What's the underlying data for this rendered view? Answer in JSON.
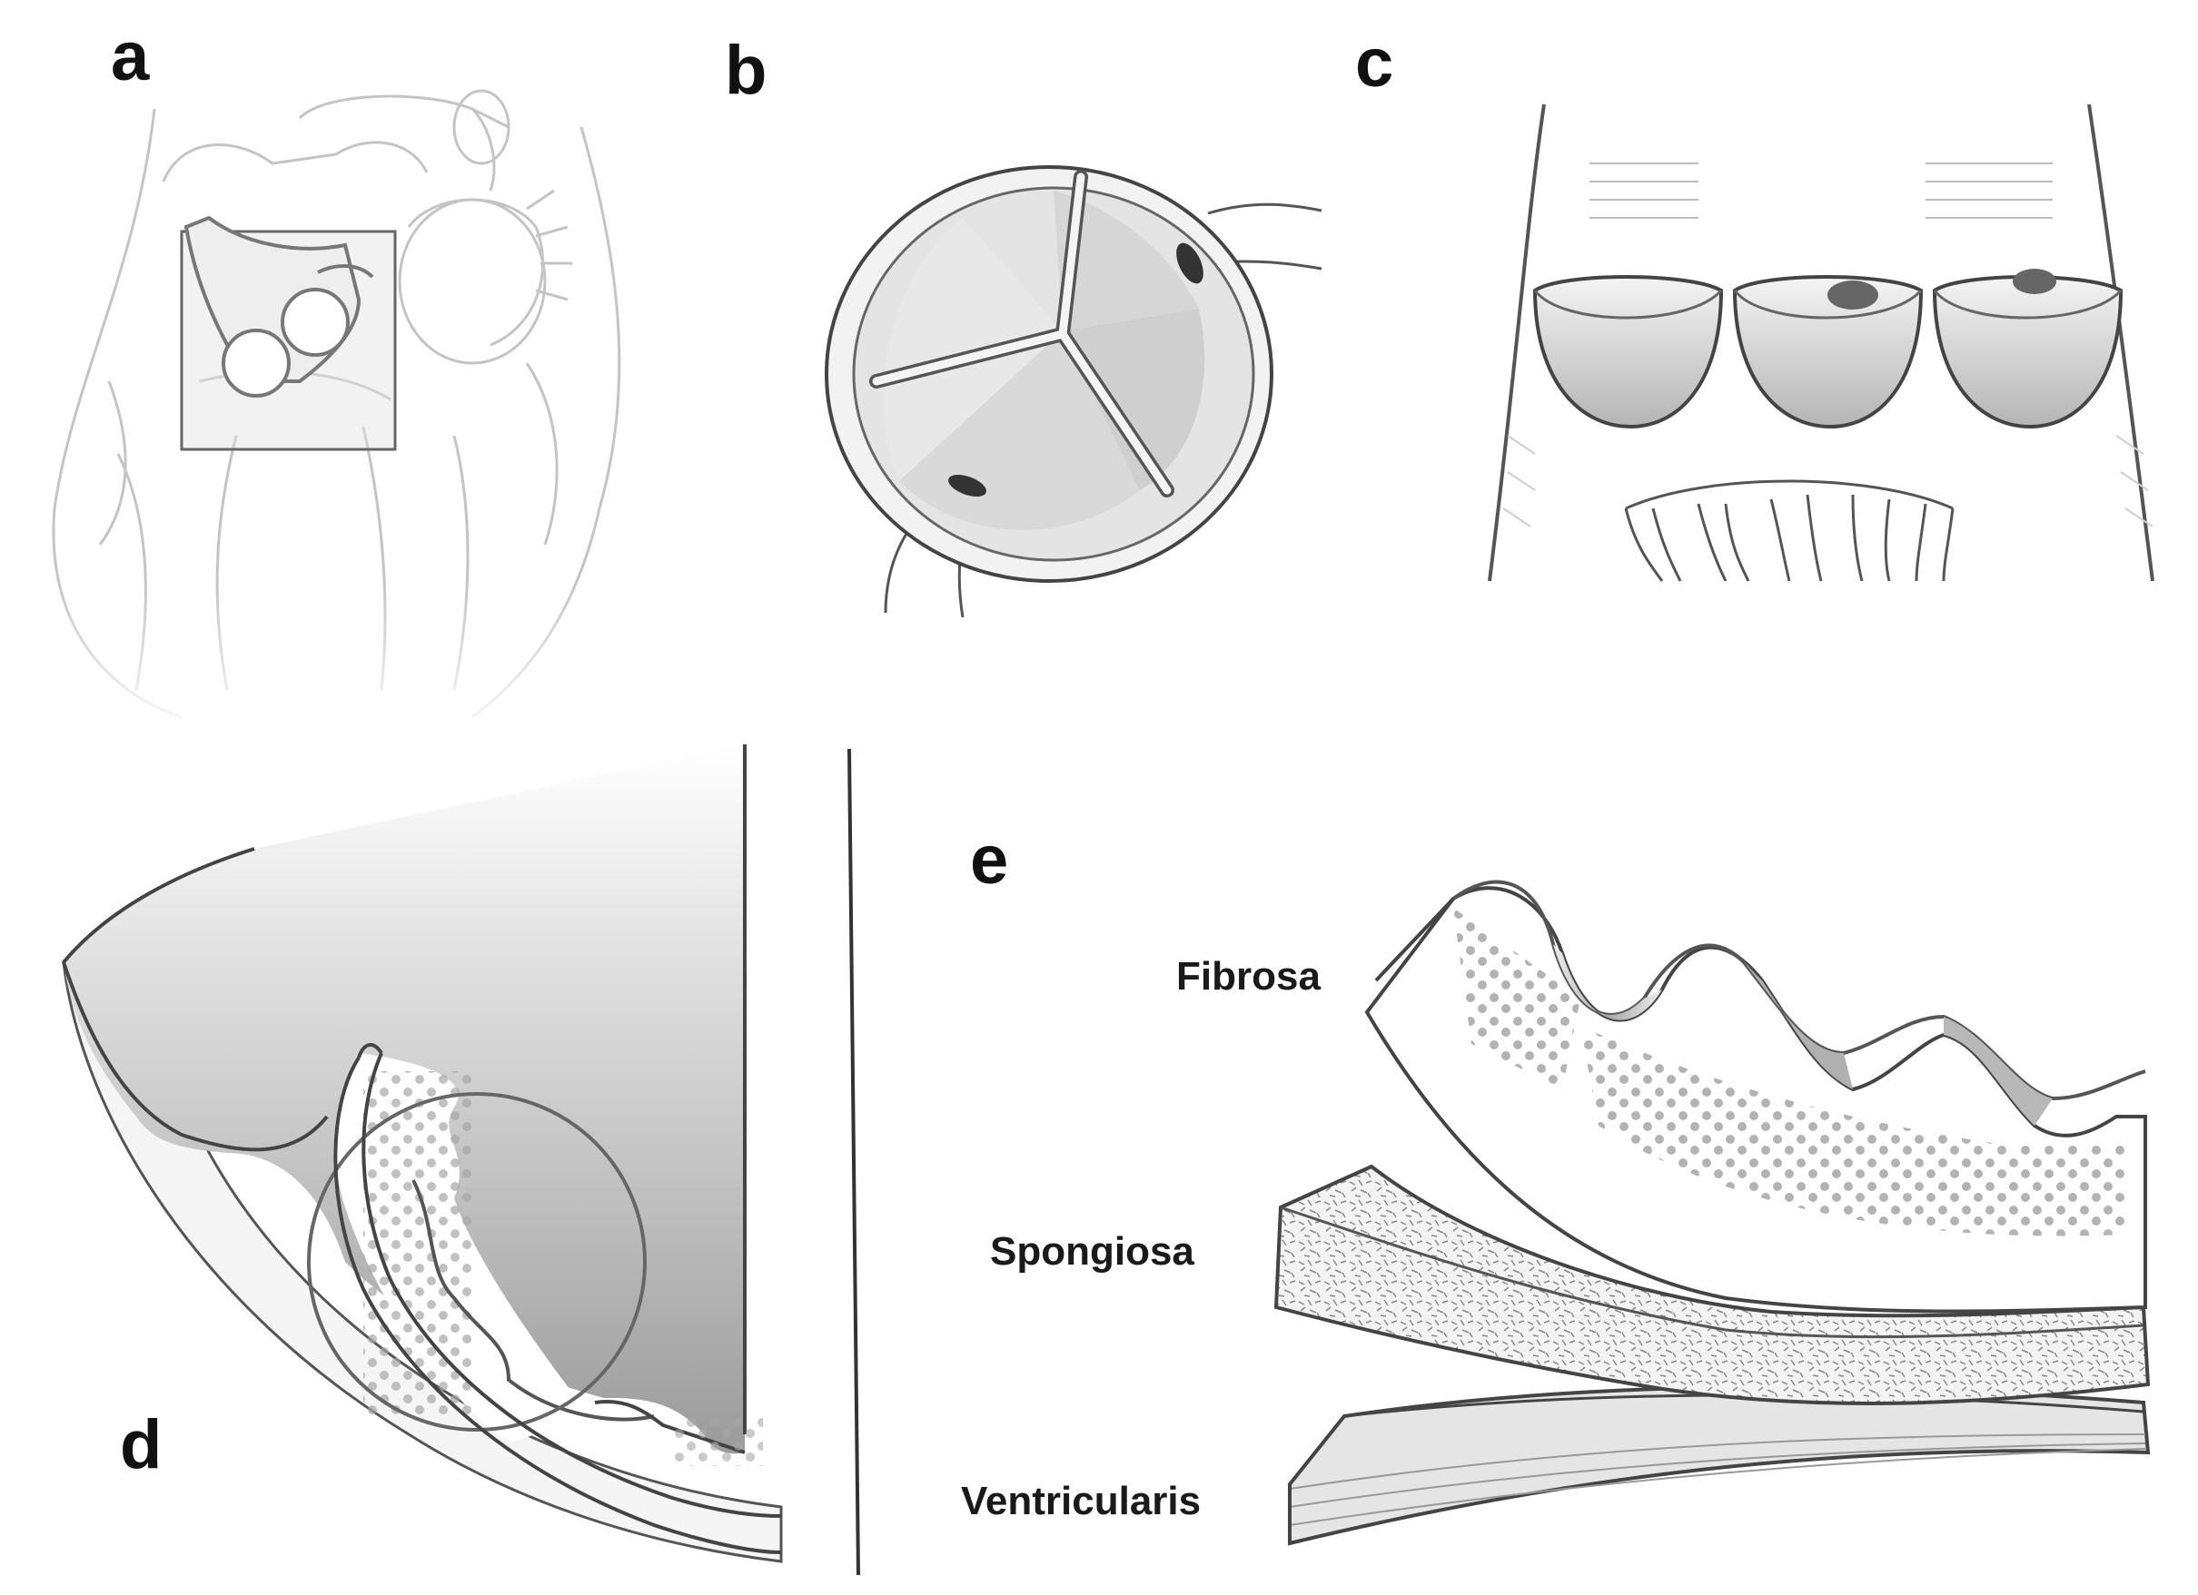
{
  "panels": {
    "a": {
      "letter": "a"
    },
    "b": {
      "letter": "b"
    },
    "c": {
      "letter": "c"
    },
    "d": {
      "letter": "d"
    },
    "e": {
      "letter": "e",
      "layers": {
        "fibrosa": "Fibrosa",
        "spongiosa": "Spongiosa",
        "ventricularis": "Ventricularis"
      }
    }
  },
  "colors": {
    "ink": "#4a4a4a",
    "faint_ink": "#c9c9c9",
    "shade_dark": "#8a8a8a",
    "shade_light": "#f2f2f2",
    "dots": "#9a9a9a"
  }
}
